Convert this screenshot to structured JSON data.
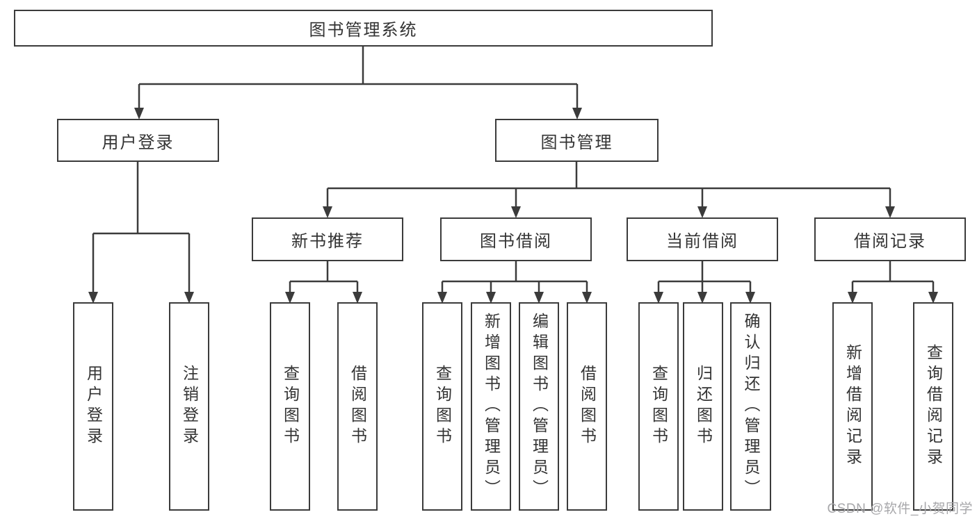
{
  "diagram_type": "hierarchy-tree",
  "colors": {
    "line": "#3b3b3b",
    "box_border": "#3b3b3b",
    "box_fill": "#ffffff",
    "text": "#333333",
    "watermark_text": "#a7a7aa",
    "background": "#ffffff"
  },
  "tree": {
    "label": "图书管理系统",
    "children": [
      {
        "label": "用户登录",
        "children": [
          {
            "label": "用户登录"
          },
          {
            "label": "注销登录"
          }
        ]
      },
      {
        "label": "图书管理",
        "children": [
          {
            "label": "新书推荐",
            "children": [
              {
                "label": "查询图书"
              },
              {
                "label": "借阅图书"
              }
            ]
          },
          {
            "label": "图书借阅",
            "children": [
              {
                "label": "查询图书"
              },
              {
                "label": "新增图书（管理员）"
              },
              {
                "label": "编辑图书（管理员）"
              },
              {
                "label": "借阅图书"
              }
            ]
          },
          {
            "label": "当前借阅",
            "children": [
              {
                "label": "查询图书"
              },
              {
                "label": "归还图书"
              },
              {
                "label": "确认归还（管理员）"
              }
            ]
          },
          {
            "label": "借阅记录",
            "children": [
              {
                "label": "新增借阅记录"
              },
              {
                "label": "查询借阅记录"
              }
            ]
          }
        ]
      }
    ]
  },
  "watermark": "CSDN @软件_小贺同学"
}
